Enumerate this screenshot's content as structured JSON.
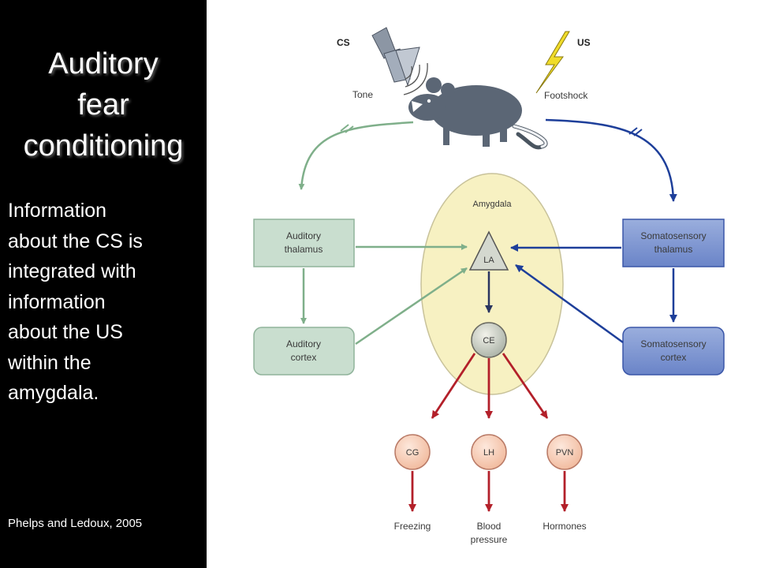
{
  "title": "Auditory\nfear\nconditioning",
  "body": "Information\nabout the CS is\nintegrated with\ninformation\nabout the US\nwithin the\namygdala.",
  "citation": "Phelps and Ledoux, 2005",
  "diagram": {
    "cs_label": "CS",
    "us_label": "US",
    "tone_label": "Tone",
    "footshock_label": "Footshock",
    "amygdala_label": "Amygdala",
    "la_label": "LA",
    "ce_label": "CE",
    "auditory_thalamus": [
      "Auditory",
      "thalamus"
    ],
    "auditory_cortex": [
      "Auditory",
      "cortex"
    ],
    "somatosensory_thalamus": [
      "Somatosensory",
      "thalamus"
    ],
    "somatosensory_cortex": [
      "Somatosensory",
      "cortex"
    ],
    "outputs": [
      {
        "node": "CG",
        "response": [
          "Freezing"
        ]
      },
      {
        "node": "LH",
        "response": [
          "Blood",
          "pressure"
        ]
      },
      {
        "node": "PVN",
        "response": [
          "Hormones"
        ]
      }
    ]
  },
  "colors": {
    "green_path": "#7faf8a",
    "blue_path": "#1e3f9a",
    "red_path": "#b3202a",
    "amygdala_fill": "#f7f1c2",
    "green_box": "#c9decf",
    "blue_box": "#7c93d2",
    "node_fill": "#f6cdb7"
  }
}
